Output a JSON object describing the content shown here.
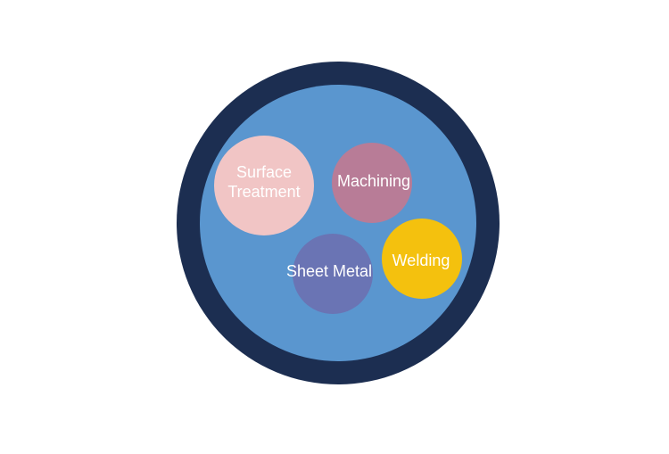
{
  "diagram": {
    "colors": {
      "outer_ring": "#1c2e51",
      "inner_disc": "#5a96cf",
      "label_text": "#ffffff"
    },
    "bubbles": [
      {
        "id": "surface-treatment",
        "label_line1": "Surface",
        "label_line2": "Treatment",
        "color": "#f1c5c5"
      },
      {
        "id": "machining",
        "label": "Machining",
        "color": "#b87c97"
      },
      {
        "id": "sheet-metal",
        "label": "Sheet Metal",
        "color": "#6a74b4"
      },
      {
        "id": "welding",
        "label": "Welding",
        "color": "#f4c10e"
      }
    ]
  }
}
